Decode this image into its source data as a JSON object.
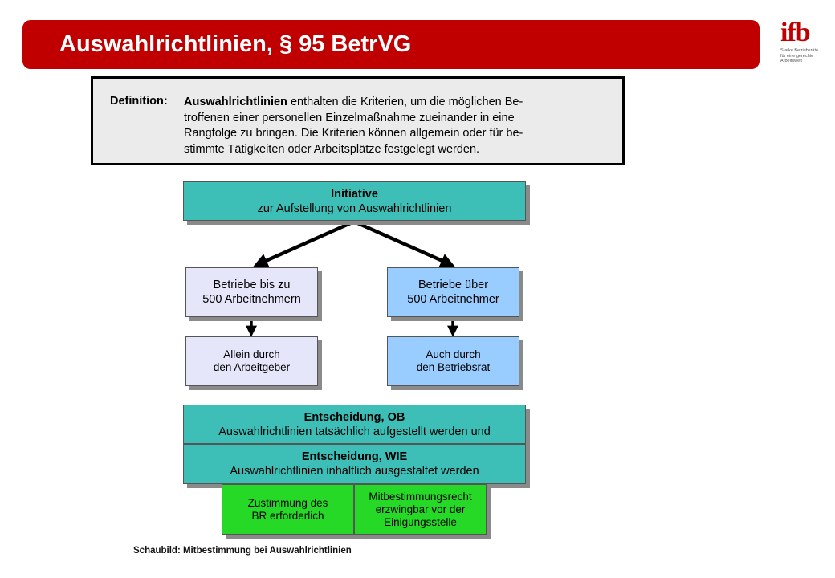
{
  "header": {
    "title": "Auswahlrichtlinien, § 95 BetrVG",
    "logo_mark": "ifb",
    "logo_tagline": [
      "Starke Betriebsräte",
      "für eine gerechte",
      "Arbeitswelt"
    ]
  },
  "definition": {
    "label": "Definition:",
    "term": "Auswahlrichtlinien",
    "lines": [
      " enthalten die Kriterien, um die möglichen Be-",
      "troffenen einer personellen Einzelmaßnahme zueinander in eine",
      "Rangfolge zu bringen. Die Kriterien können allgemein oder für be-",
      "stimmte Tätigkeiten oder Arbeitsplätze festgelegt werden."
    ]
  },
  "diagram": {
    "initiative": {
      "title": "Initiative",
      "subtitle": "zur Aufstellung von Auswahlrichtlinien"
    },
    "left_branch": {
      "company": [
        "Betriebe bis zu",
        "500 Arbeitnehmern"
      ],
      "who": [
        "Allein durch",
        "den Arbeitgeber"
      ]
    },
    "right_branch": {
      "company": [
        "Betriebe über",
        "500 Arbeitnehmer"
      ],
      "who": [
        "Auch durch",
        "den Betriebsrat"
      ]
    },
    "decision_ob": {
      "title": "Entscheidung, OB",
      "text": "Auswahlrichtlinien tatsächlich aufgestellt werden und"
    },
    "decision_wie": {
      "title": "Entscheidung, WIE",
      "text": "Auswahlrichtlinien inhaltlich ausgestaltet  werden"
    },
    "consent": [
      "Zustimmung des",
      "BR erforderlich"
    ],
    "codetermination": [
      "Mitbestimmungsrecht",
      "erzwingbar vor der",
      "Einigungsstelle"
    ]
  },
  "caption": "Schaubild: Mitbestimmung bei Auswahlrichtlinien",
  "colors": {
    "brand_red": "#c00000",
    "teal": "#3dbfb7",
    "lavender": "#e6e6fa",
    "light_blue": "#99ccff",
    "green": "#26d926"
  }
}
